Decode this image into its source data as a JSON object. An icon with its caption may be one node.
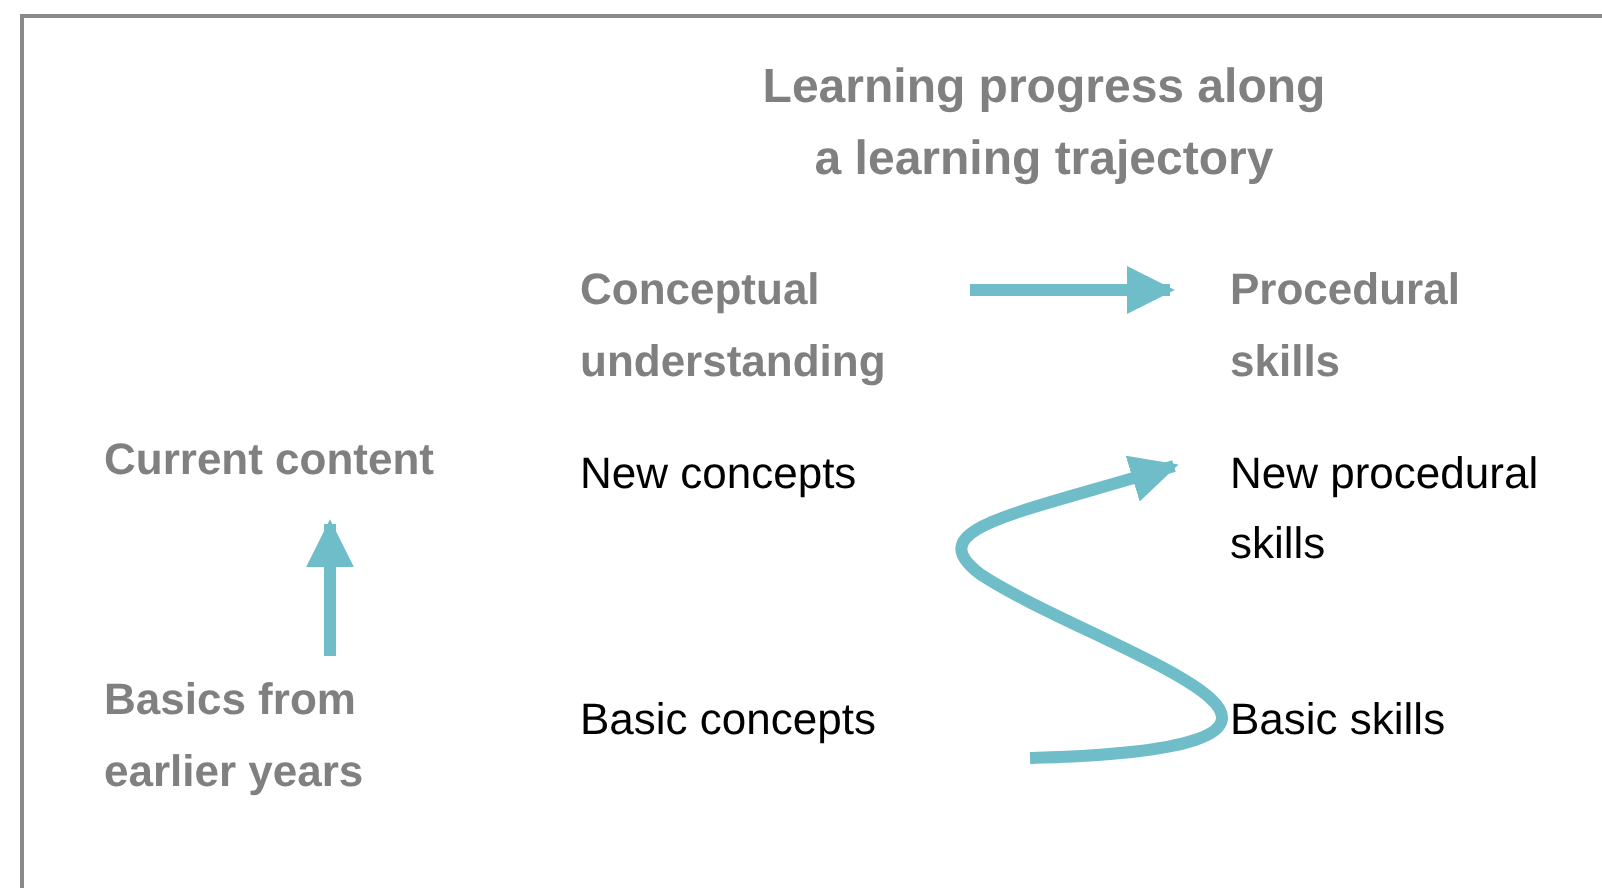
{
  "diagram": {
    "title": "Learning progress along a learning trajectory",
    "nodes": [
      {
        "text": [
          "Conceptual understanding"
        ]
      },
      {
        "text": [
          "Procedural skills"
        ]
      },
      {
        "text": [
          "Current content"
        ]
      },
      {
        "text": [
          "Basics from earlier years"
        ]
      },
      {
        "text": [
          "New concepts"
        ]
      },
      {
        "text": [
          "New procedural skills"
        ]
      },
      {
        "text": [
          "Basic concepts"
        ]
      },
      {
        "text": [
          "Basic skills"
        ]
      }
    ],
    "edges": [
      {
        "from": 0,
        "to": 1,
        "arrow": "to"
      },
      {
        "from": 3,
        "to": 2,
        "arrow": "to"
      },
      {
        "from": 6,
        "to": 5,
        "arrow": "to"
      }
    ]
  }
}
